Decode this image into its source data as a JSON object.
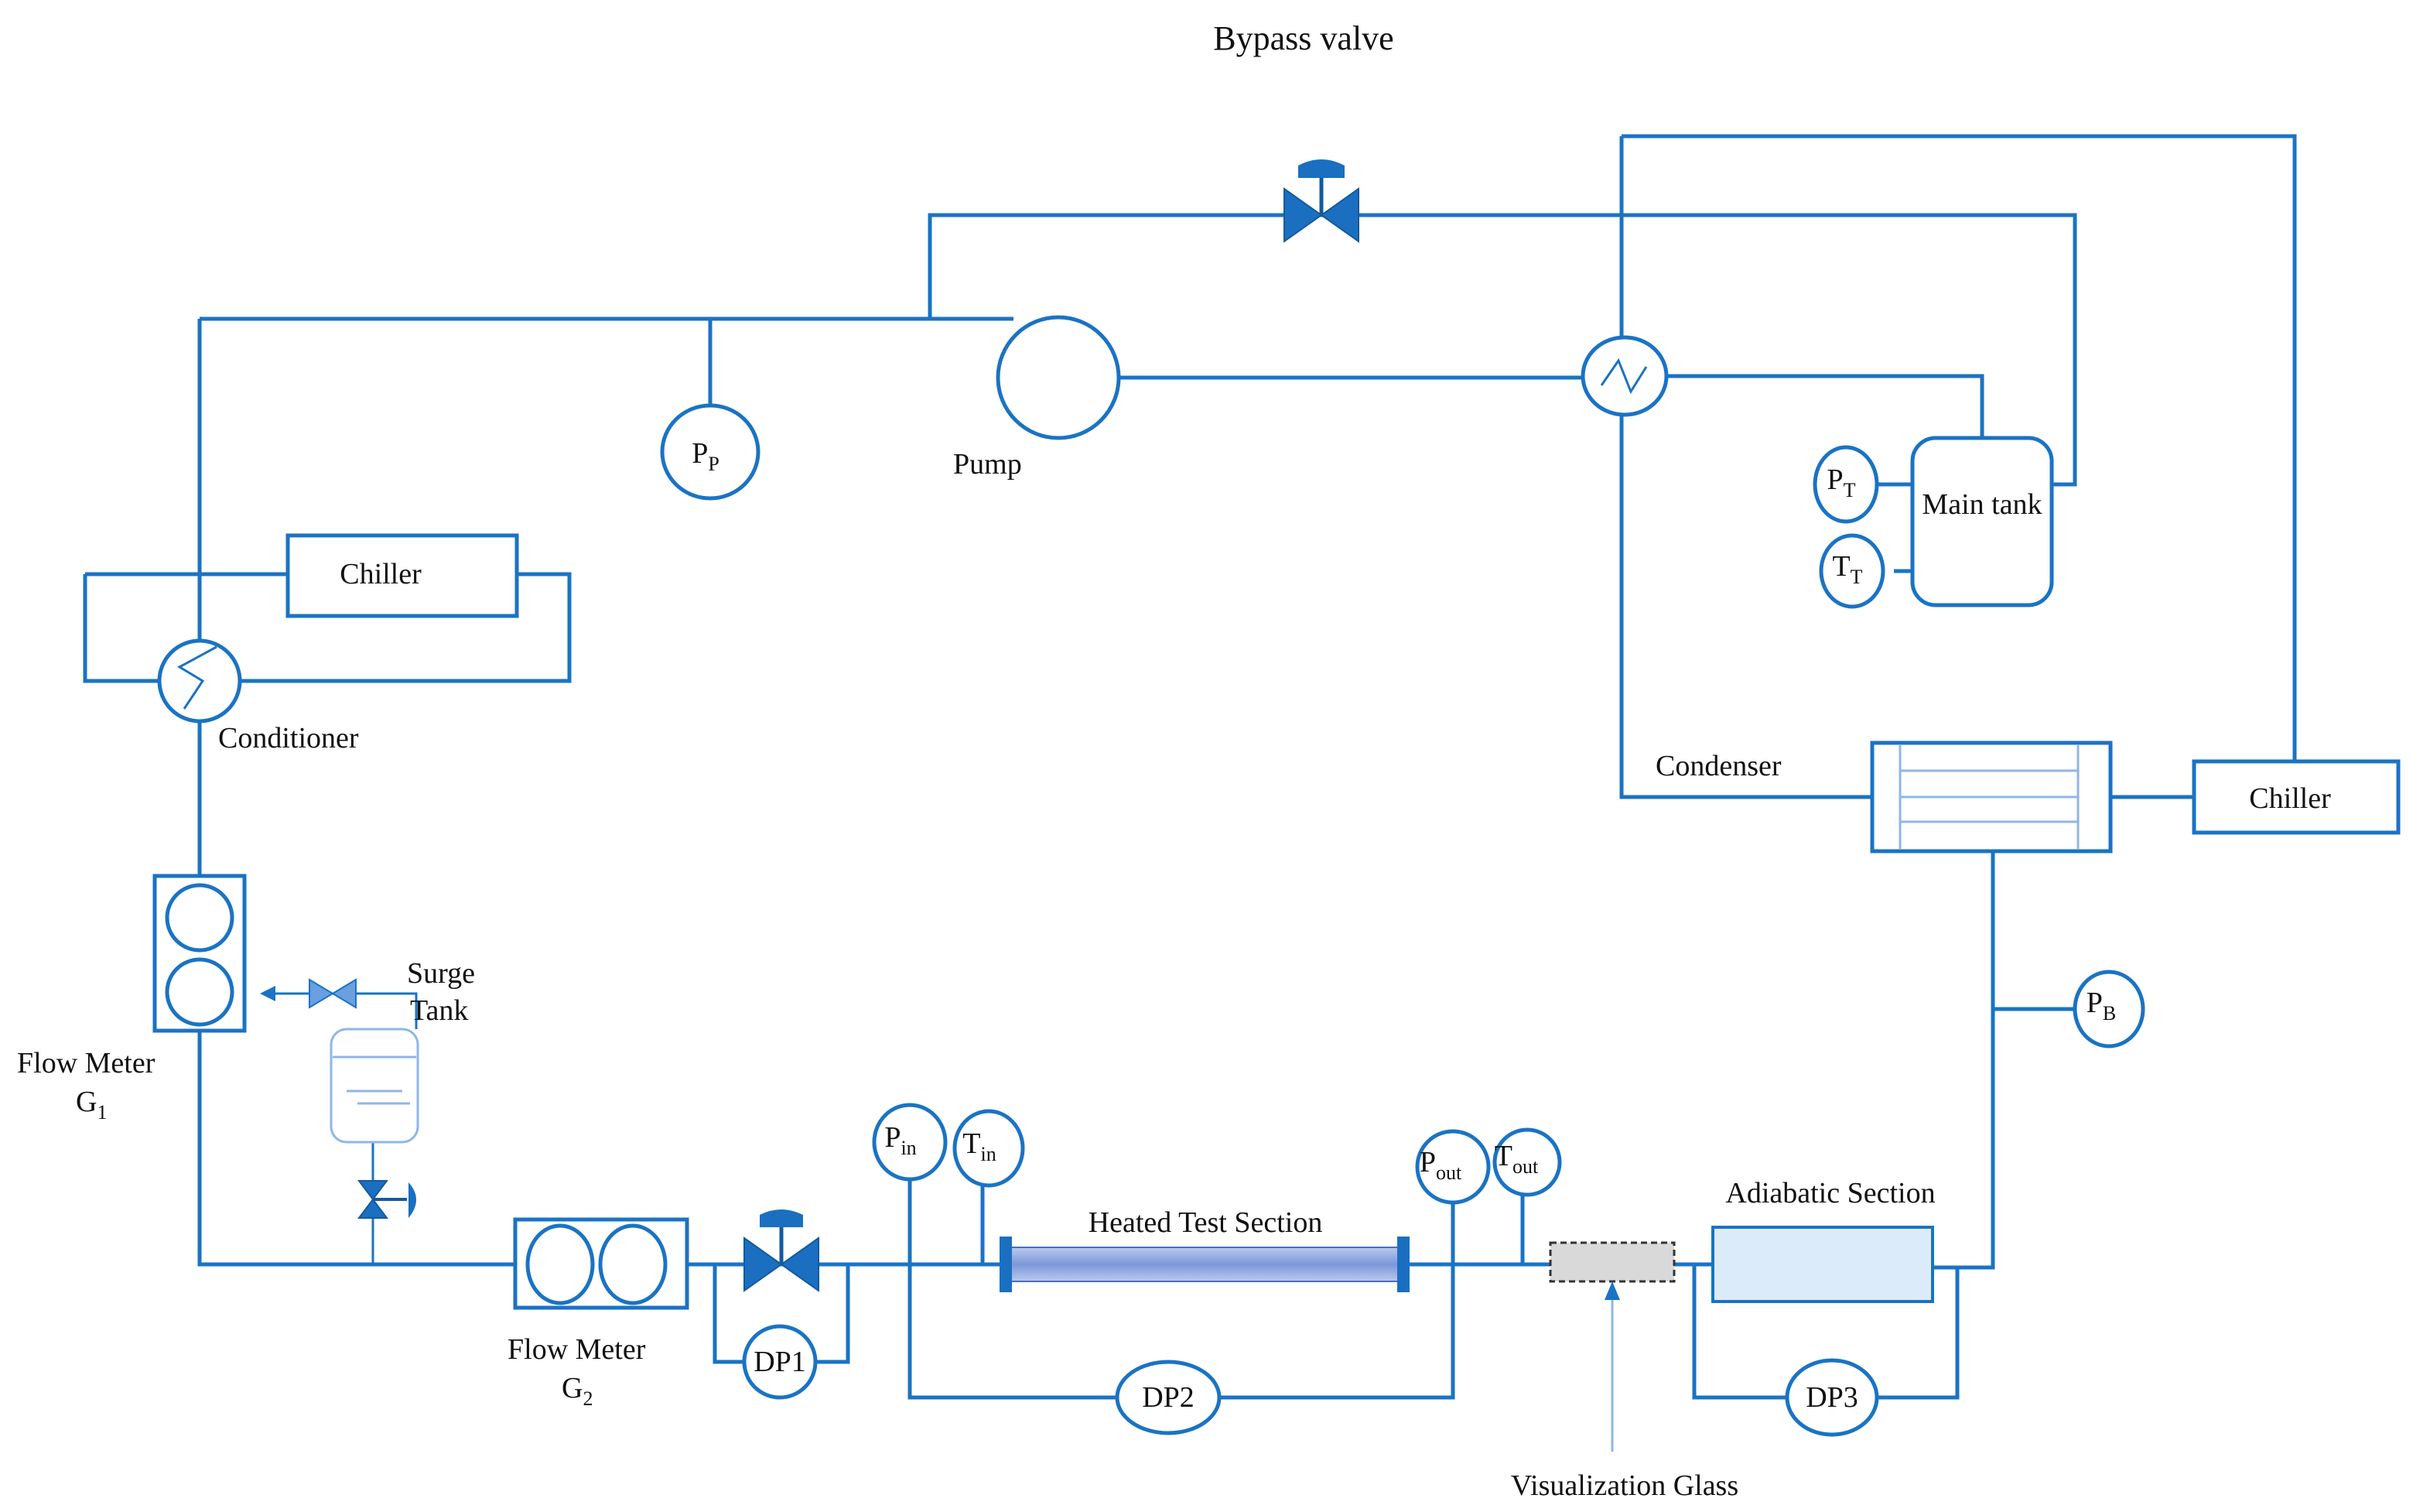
{
  "title": "Bypass valve",
  "labels": {
    "pump": "Pump",
    "chiller_left": "Chiller",
    "conditioner": "Conditioner",
    "main_tank": "Main tank",
    "condenser": "Condenser",
    "chiller_right": "Chiller",
    "surge_tank_line1": "Surge",
    "surge_tank_line2": "Tank",
    "flow_meter_g1_line1": "Flow Meter",
    "flow_meter_g1_line2": "G",
    "flow_meter_g1_sub": "1",
    "flow_meter_g2_line1": "Flow Meter",
    "flow_meter_g2_line2": "G",
    "flow_meter_g2_sub": "2",
    "heated_test_section": "Heated Test Section",
    "adiabatic_section": "Adiabatic Section",
    "visualization_glass": "Visualization Glass"
  },
  "gauges": {
    "pp": {
      "main": "P",
      "sub": "P"
    },
    "pt": {
      "main": "P",
      "sub": "T"
    },
    "tt": {
      "main": "T",
      "sub": "T"
    },
    "pb": {
      "main": "P",
      "sub": "B"
    },
    "pin": {
      "main": "P",
      "sub": "in"
    },
    "tin": {
      "main": "T",
      "sub": "in"
    },
    "pout": {
      "main": "P",
      "sub": "out"
    },
    "tout": {
      "main": "T",
      "sub": "out"
    },
    "dp1": {
      "main": "DP1",
      "sub": ""
    },
    "dp2": {
      "main": "DP2",
      "sub": ""
    },
    "dp3": {
      "main": "DP3",
      "sub": ""
    }
  },
  "colors": {
    "pipe": "#1a73c4",
    "valve": "#1a6fc0",
    "heated_section_fill": "#8fa8e0",
    "adiabatic_fill": "#dcebf9",
    "glass_fill": "#d9d9d9"
  }
}
